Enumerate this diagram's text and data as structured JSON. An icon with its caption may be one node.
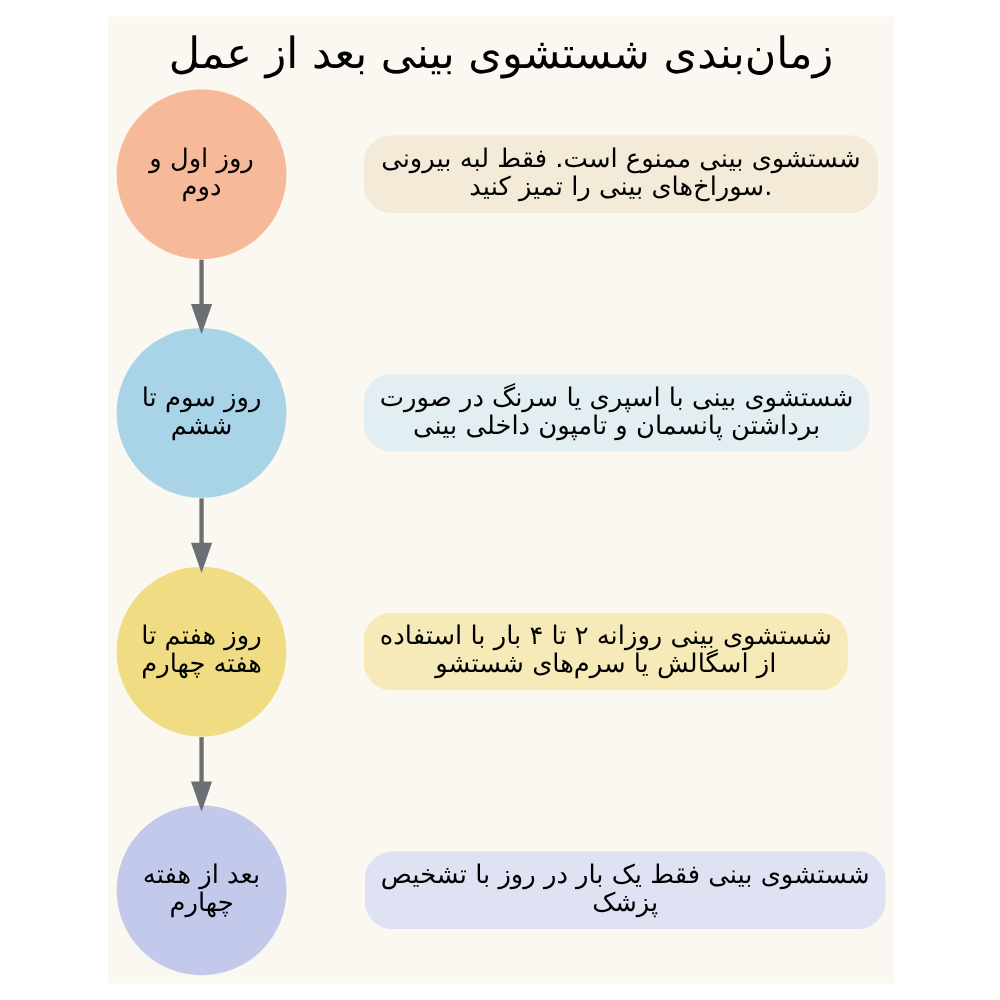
{
  "diagram": {
    "title": "زمان‌بندی شستشوی بینی بعد از عمل",
    "nodes": [
      {
        "text": [
          "روز اول و دوم"
        ]
      },
      {
        "text": [
          "شستشوی بینی ممنوع است. فقط لبه بیرونی سوراخ‌های بینی را تمیز کنید."
        ]
      },
      {
        "text": [
          "روز سوم تا ششم"
        ]
      },
      {
        "text": [
          "شستشوی بینی با اسپری یا سرنگ در صورت برداشتن پانسمان و تامپون داخلی بینی"
        ]
      },
      {
        "text": [
          "روز هفتم تا هفته چهارم"
        ]
      },
      {
        "text": [
          "شستشوی بینی روزانه ۲ تا ۴ بار با استفاده از اسگالش یا سرم‌های شستشو"
        ]
      },
      {
        "text": [
          "بعد از هفته چهارم"
        ]
      },
      {
        "text": [
          "شستشوی بینی فقط یک بار در روز با تشخیص پزشک"
        ]
      }
    ],
    "edges": [
      {
        "from": 0,
        "to": 2,
        "arrow": "to"
      },
      {
        "from": 2,
        "to": 4,
        "arrow": "to"
      },
      {
        "from": 4,
        "to": 6,
        "arrow": "to"
      }
    ]
  }
}
